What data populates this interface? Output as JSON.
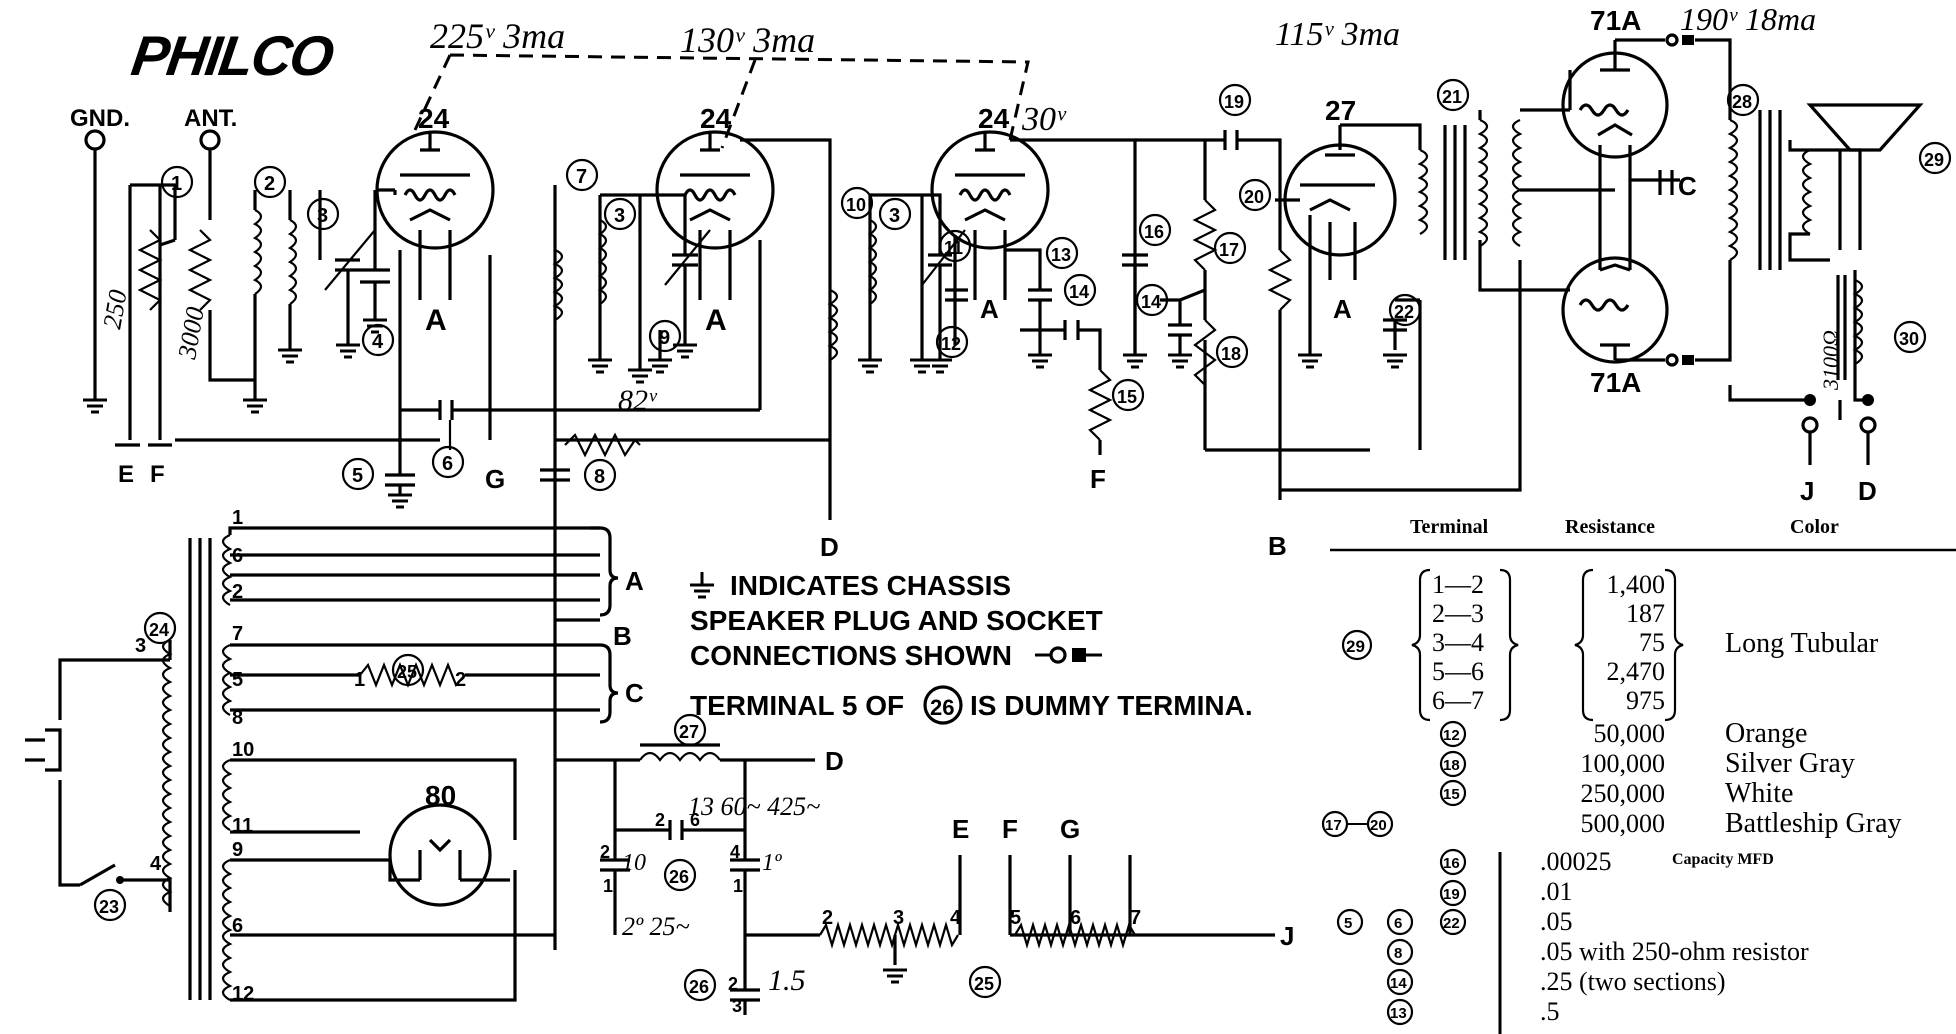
{
  "brand": "PHILCO",
  "voltages": {
    "v1": "225ᵛ 3ma",
    "v2": "130ᵛ 3ma",
    "v3": "30ᵛ",
    "v4": "115ᵛ 3ma",
    "v5": "190ᵛ 18ma",
    "v6": "82ᵛ",
    "v7": "13 60~ 425~",
    "v8": "10",
    "v9": "1º",
    "v10": "2º 25~",
    "v11": "1.5",
    "v12": "3100Ω"
  },
  "terminals": {
    "gnd": "GND.",
    "ant": "ANT.",
    "E": "E",
    "F": "F",
    "G": "G",
    "D": "D",
    "B": "B",
    "J": "J",
    "A": "A",
    "C": "C"
  },
  "tubes": {
    "t1": "24",
    "t2": "24",
    "t3": "24",
    "t4": "27",
    "t5": "71A",
    "t6": "71A",
    "t7": "80"
  },
  "parts": [
    "1",
    "2",
    "3",
    "4",
    "5",
    "6",
    "7",
    "8",
    "9",
    "10",
    "11",
    "12",
    "13",
    "14",
    "15",
    "16",
    "17",
    "18",
    "19",
    "20",
    "21",
    "22",
    "23",
    "24",
    "25",
    "26",
    "27",
    "28",
    "29",
    "30"
  ],
  "resistor_values": {
    "r250": "250",
    "r3000": "3000"
  },
  "transformer_pins": [
    "1",
    "6",
    "2",
    "3",
    "7",
    "5",
    "8",
    "10",
    "11",
    "9",
    "6",
    "12",
    "4"
  ],
  "choke_pins": [
    "1",
    "2",
    "3",
    "4",
    "5",
    "6",
    "7"
  ],
  "cap_pins": [
    "2",
    "1",
    "2",
    "6",
    "4",
    "1",
    "2",
    "1",
    "3"
  ],
  "notes": {
    "line1": "INDICATES CHASSIS",
    "line2": "SPEAKER PLUG AND SOCKET",
    "line3": "CONNECTIONS SHOWN",
    "line4": "TERMINAL 5 OF",
    "line4b": "IS DUMMY TERMINA."
  },
  "table": {
    "headers": [
      "Terminal",
      "Resistance",
      "Color"
    ],
    "group_part": "29",
    "group_rows": [
      {
        "terminal": "1—2",
        "resistance": "1,400"
      },
      {
        "terminal": "2—3",
        "resistance": "187"
      },
      {
        "terminal": "3—4",
        "resistance": "75"
      },
      {
        "terminal": "5—6",
        "resistance": "2,470"
      },
      {
        "terminal": "6—7",
        "resistance": "975"
      }
    ],
    "group_color": "Long Tubular",
    "resistor_rows": [
      {
        "part": "12",
        "resistance": "50,000",
        "color": "Orange"
      },
      {
        "part": "18",
        "resistance": "100,000",
        "color": "Silver Gray"
      },
      {
        "part": "15",
        "resistance": "250,000",
        "color": "White"
      },
      {
        "part_a": "17",
        "part_b": "20",
        "resistance": "500,000",
        "color": "Battleship Gray"
      }
    ],
    "capacity_header": "Capacity MFD",
    "cap_rows": [
      {
        "parts": [
          "16"
        ],
        "value": ".00025"
      },
      {
        "parts": [
          "19"
        ],
        "value": ".01"
      },
      {
        "parts": [
          "5",
          "6",
          "22"
        ],
        "value": ".05"
      },
      {
        "parts": [
          "8"
        ],
        "value": ".05 with 250-ohm resistor"
      },
      {
        "parts": [
          "14"
        ],
        "value": ".25 (two sections)"
      },
      {
        "parts": [
          "13"
        ],
        "value": ".5"
      }
    ]
  }
}
